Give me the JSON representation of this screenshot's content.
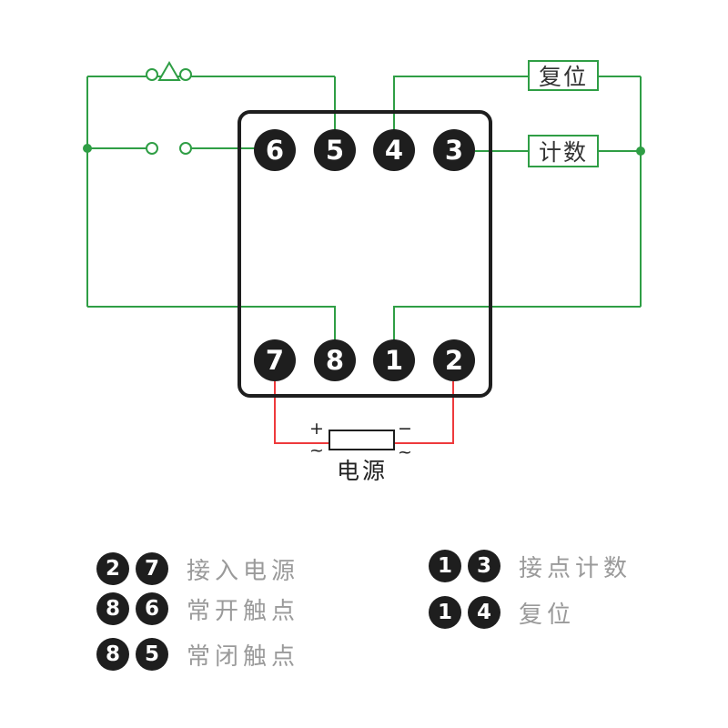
{
  "colors": {
    "wire_green": "#2f9e45",
    "wire_red": "#ee3a3c",
    "outline_black": "#1e1e1e",
    "legend_gray": "#9a9a9a"
  },
  "diagram": {
    "reset_label": "复位",
    "count_label": "计数",
    "power_label": "电源",
    "power_plus": "+",
    "power_minus": "−",
    "power_tilde_left": "~",
    "power_tilde_right": "~",
    "pins_top": [
      "6",
      "5",
      "4",
      "3"
    ],
    "pins_bottom": [
      "7",
      "8",
      "1",
      "2"
    ]
  },
  "legend": {
    "left": [
      {
        "pins": [
          "2",
          "7"
        ],
        "label": "接入电源"
      },
      {
        "pins": [
          "8",
          "6"
        ],
        "label": "常开触点"
      },
      {
        "pins": [
          "8",
          "5"
        ],
        "label": "常闭触点"
      }
    ],
    "right": [
      {
        "pins": [
          "1",
          "3"
        ],
        "label": "接点计数"
      },
      {
        "pins": [
          "1",
          "4"
        ],
        "label": "复位"
      }
    ]
  }
}
